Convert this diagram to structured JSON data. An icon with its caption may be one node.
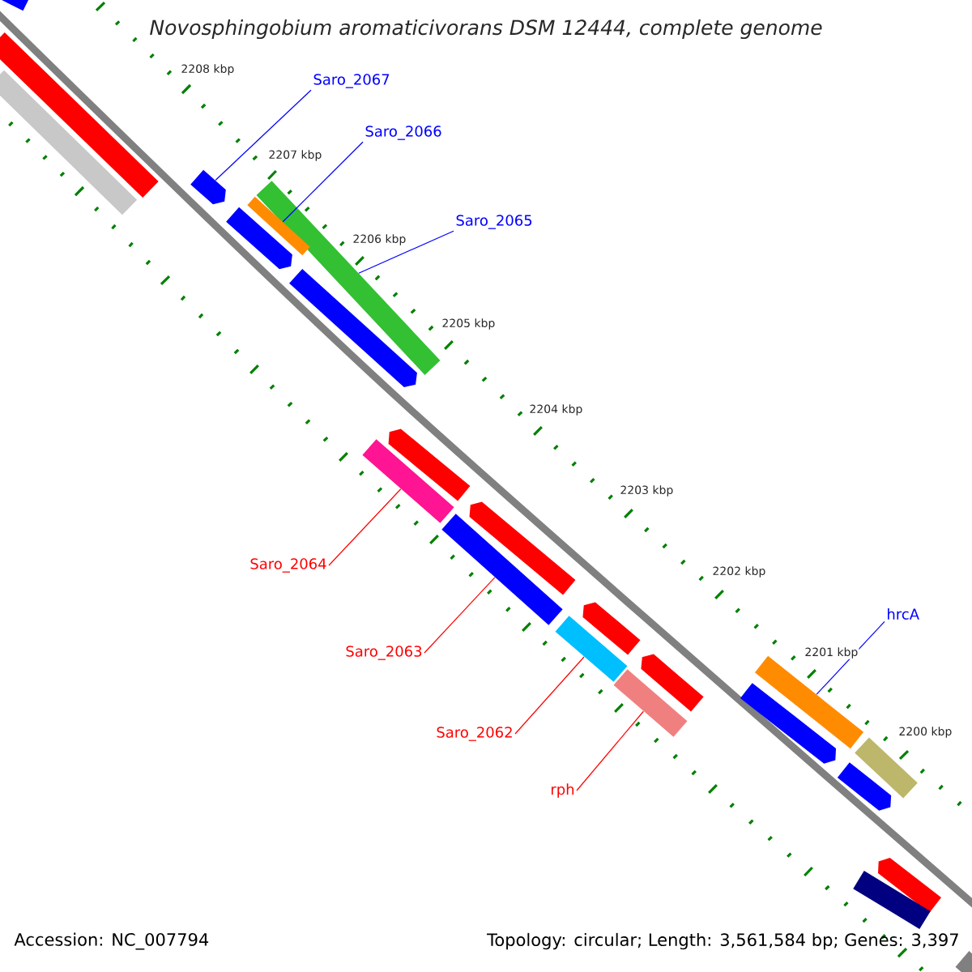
{
  "diagram": {
    "title": "Novosphingobium aromaticivorans DSM 12444, complete genome",
    "nodes": [
      {
        "text": [
          "Saro_2067"
        ]
      },
      {
        "text": [
          "Saro_2066"
        ]
      },
      {
        "text": [
          "Saro_2065"
        ]
      },
      {
        "text": [
          "Saro_2064"
        ]
      },
      {
        "text": [
          "Saro_2063"
        ]
      },
      {
        "text": [
          "Saro_2062"
        ]
      },
      {
        "text": [
          "rph"
        ]
      },
      {
        "text": [
          "hrcA"
        ]
      },
      {
        "text": [],
        "shape": "arrow"
      },
      {
        "text": [],
        "shape": "bar"
      },
      {
        "text": [],
        "shape": "bar"
      },
      {
        "text": [],
        "shape": "bar"
      },
      {
        "text": [],
        "shape": "bar"
      },
      {
        "text": [],
        "shape": "bar"
      },
      {
        "text": [],
        "shape": "bar"
      },
      {
        "text": [],
        "shape": "bar"
      },
      {
        "text": [],
        "shape": "arrow"
      },
      {
        "text": [],
        "shape": "arrow"
      },
      {
        "text": [],
        "shape": "arrow"
      },
      {
        "text": [],
        "shape": "arrow"
      },
      {
        "text": [],
        "shape": "bar"
      },
      {
        "text": [],
        "shape": "bar"
      },
      {
        "text": [],
        "shape": "arrow"
      },
      {
        "text": [],
        "shape": "arrow"
      },
      {
        "text": [],
        "shape": "arrow"
      },
      {
        "text": [],
        "shape": "arrow"
      },
      {
        "text": [],
        "shape": "arrow"
      },
      {
        "text": [],
        "shape": "bar"
      },
      {
        "text": [],
        "shape": "bar"
      },
      {
        "text": [],
        "shape": "bar"
      },
      {
        "text": [],
        "shape": "bar"
      }
    ],
    "edges": [
      {
        "from": 0,
        "to": 8,
        "arrow": "none",
        "color": "#0000ff"
      },
      {
        "from": 1,
        "to": 9,
        "arrow": "none",
        "color": "#0000ff"
      },
      {
        "from": 2,
        "to": 10,
        "arrow": "none",
        "color": "#0000ff"
      },
      {
        "from": 3,
        "to": 11,
        "arrow": "none",
        "color": "#ff0000"
      },
      {
        "from": 4,
        "to": 12,
        "arrow": "none",
        "color": "#ff0000"
      },
      {
        "from": 5,
        "to": 13,
        "arrow": "none",
        "color": "#ff0000"
      },
      {
        "from": 6,
        "to": 14,
        "arrow": "none",
        "color": "#ff0000"
      },
      {
        "from": 7,
        "to": 15,
        "arrow": "none",
        "color": "#0000ff"
      }
    ],
    "labels": [
      "2208 kbp",
      "2207 kbp",
      "2206 kbp",
      "2205 kbp",
      "2204 kbp",
      "2203 kbp",
      "2202 kbp",
      "2201 kbp",
      "2200 kbp",
      "Accession: NC_007794",
      "Topology: circular; Length: 3,561,584 bp; Genes: 3,397"
    ]
  }
}
